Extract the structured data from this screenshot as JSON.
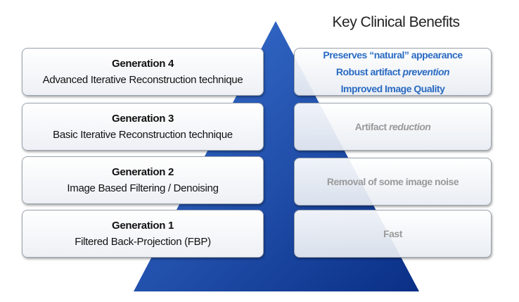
{
  "heading": "Key Clinical Benefits",
  "generations": [
    {
      "title": "Generation 4",
      "description": "Advanced Iterative Reconstruction technique"
    },
    {
      "title": "Generation 3",
      "description": "Basic Iterative Reconstruction technique"
    },
    {
      "title": "Generation 2",
      "description": "Image Based Filtering / Denoising"
    },
    {
      "title": "Generation 1",
      "description": "Filtered Back-Projection (FBP)"
    }
  ],
  "benefits": {
    "gen4": {
      "line1": "Preserves “natural” appearance",
      "line2_pre": "Robust artifact ",
      "line2_em": "prevention",
      "line3": "Improved Image Quality"
    },
    "gen3": {
      "pre": "Artifact ",
      "em": "reduction"
    },
    "gen2": {
      "text": "Removal of some image noise"
    },
    "gen1": {
      "text": "Fast"
    }
  },
  "colors": {
    "pyramid_light": "#3b74d4",
    "pyramid_dark": "#0a2f86",
    "benefit_blue": "#2a6bc2",
    "benefit_grey": "#9a9a9a"
  }
}
